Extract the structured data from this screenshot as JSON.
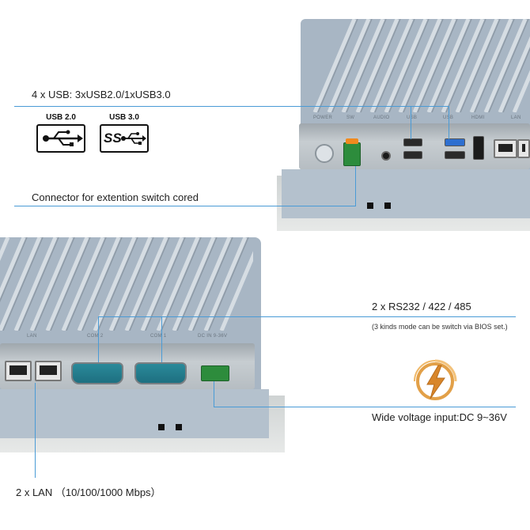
{
  "annotations": {
    "usb": "4 x USB: 3xUSB2.0/1xUSB3.0",
    "switch": "Connector for extention switch cored",
    "rs232": "2 x RS232 / 422 / 485",
    "rs232_note": "(3 kinds mode can be switch via BIOS set.)",
    "voltage": "Wide voltage input:DC 9~36V",
    "lan": "2 x LAN （10/100/1000 Mbps）"
  },
  "usb_badges": {
    "usb2": "USB 2.0",
    "usb3": "USB 3.0",
    "usb3_logo": "SS"
  },
  "top_device_silk": {
    "power": "POWER",
    "sw": "SW",
    "audio": "AUDIO",
    "usb_a": "USB",
    "usb_b": "USB",
    "hdmi": "HDMI",
    "lan": "LAN"
  },
  "bottom_device_silk": {
    "lan": "LAN",
    "com2": "COM 2",
    "com1": "COM 1",
    "dcin": "DC IN 9-36V"
  },
  "colors": {
    "accent_line": "#4a9bd6",
    "chassis": "#a8b6c4",
    "bolt_orange": "#f0a030"
  }
}
